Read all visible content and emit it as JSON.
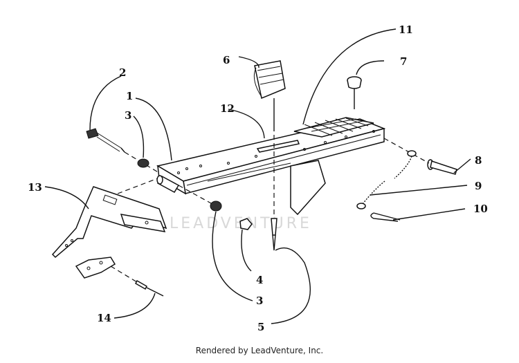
{
  "callouts": [
    {
      "id": "c1",
      "label": "1"
    },
    {
      "id": "c2",
      "label": "2"
    },
    {
      "id": "c3a",
      "label": "3"
    },
    {
      "id": "c3b",
      "label": "3"
    },
    {
      "id": "c4",
      "label": "4"
    },
    {
      "id": "c5",
      "label": "5"
    },
    {
      "id": "c6",
      "label": "6"
    },
    {
      "id": "c7",
      "label": "7"
    },
    {
      "id": "c8",
      "label": "8"
    },
    {
      "id": "c9",
      "label": "9"
    },
    {
      "id": "c10",
      "label": "10"
    },
    {
      "id": "c11",
      "label": "11"
    },
    {
      "id": "c12",
      "label": "12"
    },
    {
      "id": "c13",
      "label": "13"
    },
    {
      "id": "c14",
      "label": "14"
    }
  ],
  "watermark": "LEADVENTURE",
  "footer": "Rendered by LeadVenture, Inc."
}
